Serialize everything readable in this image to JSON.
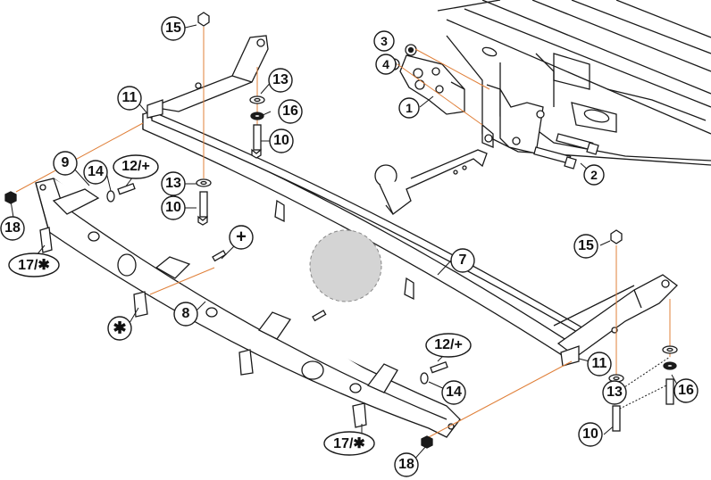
{
  "callouts": {
    "c15_top": "15",
    "c13_top": "13",
    "c16_top": "16",
    "c10_top": "10",
    "c11_left": "11",
    "c13_mid": "13",
    "c10_mid": "10",
    "c9": "9",
    "c14_left": "14",
    "c12_left": "12/+",
    "c18_left": "18",
    "c17_left": "17/✱",
    "c_plus": "+",
    "c_star": "✱",
    "c8": "8",
    "c7": "7",
    "c3": "3",
    "c4": "4",
    "c1": "1",
    "c2": "2",
    "c15_right": "15",
    "c11_right": "11",
    "c12_right": "12/+",
    "c14_right": "14",
    "c13_right": "13",
    "c16_right": "16",
    "c10_right": "10",
    "c17_bottom": "17/✱",
    "c18_bottom": "18"
  },
  "colors": {
    "line": "#1a1a1a",
    "leader_orange": "#e0803a",
    "placeholder_circle": "#d4d4d4",
    "background": "#ffffff"
  }
}
